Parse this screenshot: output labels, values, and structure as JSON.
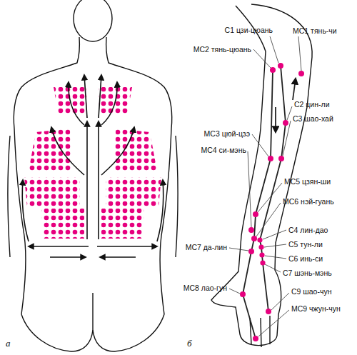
{
  "diagram": {
    "labels": [
      "С1 цзи-цюань",
      "МС1 тянь-чи",
      "МС2 тянь-цюань",
      "С2 цин-ли",
      "С3 шао-хай",
      "МС3 цюй-цзэ",
      "МС4 си-мэнь",
      "МС5 цзян-ши",
      "МС6 нэй-гуань",
      "С4 лин-дао",
      "МС7 да-лин",
      "С5 тун-ли",
      "С6 инь-си",
      "С7 шэнь-мэнь",
      "МС8 лао-гун",
      "С9 шао-чун",
      "МС9 чжун-чун",
      "а",
      "б"
    ]
  }
}
